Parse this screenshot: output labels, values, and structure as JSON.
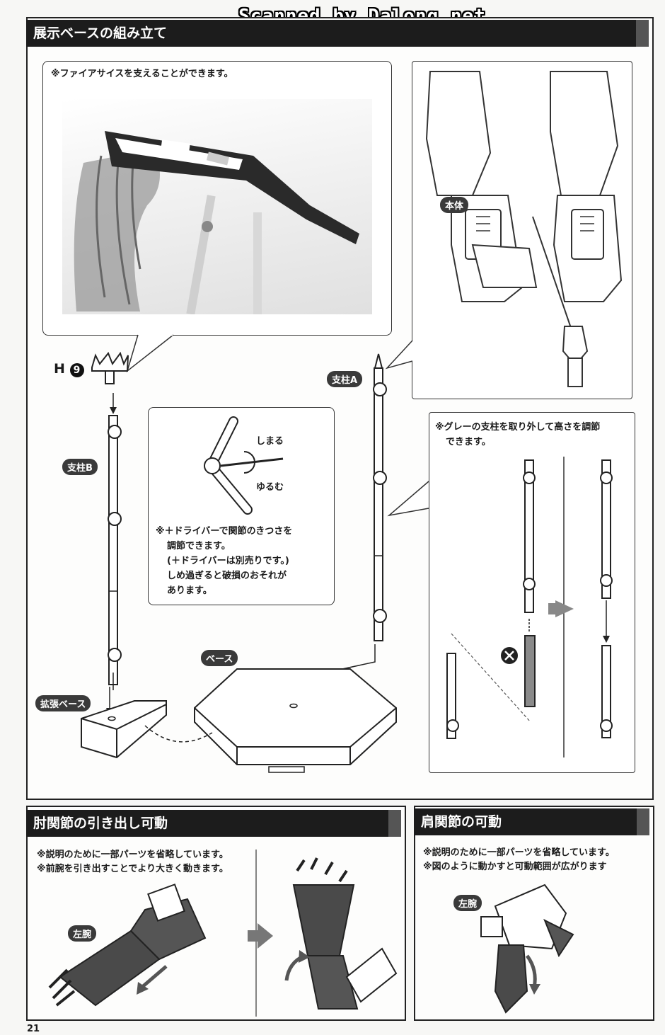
{
  "watermark": "Scanned by Dalong.net",
  "page_number": "21",
  "section_display_base": {
    "title": "展示ベースの組み立て",
    "note_fire_scythe": "※ファイアサイスを支えることができます。",
    "label_body": "本体",
    "label_strut_a": "支柱A",
    "label_strut_b": "支柱B",
    "label_base": "ベース",
    "label_ext_base": "拡張ベース",
    "part_code_letter": "H",
    "part_code_number": "9",
    "screw_tighten": "しまる",
    "screw_loosen": "ゆるむ",
    "driver_note": [
      "※＋ドライバーで関節のきつさを",
      "調節できます。",
      "(＋ドライバーは別売りです。)",
      "しめ過ぎると破損のおそれが",
      "あります。"
    ],
    "gray_strut_note": [
      "※グレーの支柱を取り外して高さを調節",
      "できます。"
    ]
  },
  "section_elbow": {
    "title": "肘関節の引き出し可動",
    "notes": [
      "※説明のために一部パーツを省略しています。",
      "※前腕を引き出すことでより大きく動きます。"
    ],
    "label_left_arm": "左腕"
  },
  "section_shoulder": {
    "title": "肩関節の可動",
    "notes": [
      "※説明のために一部パーツを省略しています。",
      "※図のように動かすと可動範囲が広がります"
    ],
    "label_left_arm": "左腕"
  },
  "colors": {
    "header": "#1c1c1c",
    "tag": "#3a3a3a",
    "gray_part": "#8a8a8a"
  }
}
